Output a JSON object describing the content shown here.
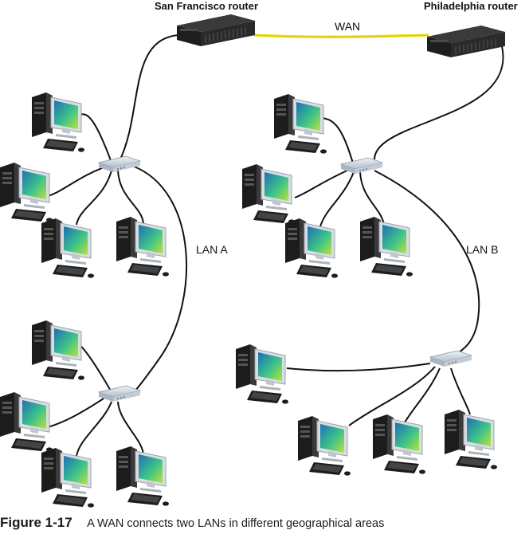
{
  "labels": {
    "sf_router": "San Francisco router",
    "philly_router": "Philadelphia router",
    "wan": "WAN",
    "lan_a": "LAN A",
    "lan_b": "LAN B"
  },
  "caption": {
    "number": "Figure 1-17",
    "text": "A WAN connects two LANs in different geographical areas"
  },
  "colors": {
    "wan_link": "#f2e21a",
    "cable": "#111111",
    "screen": "#3cc28a",
    "tower": "#2a2a2a",
    "switch": "#c9d3de"
  }
}
